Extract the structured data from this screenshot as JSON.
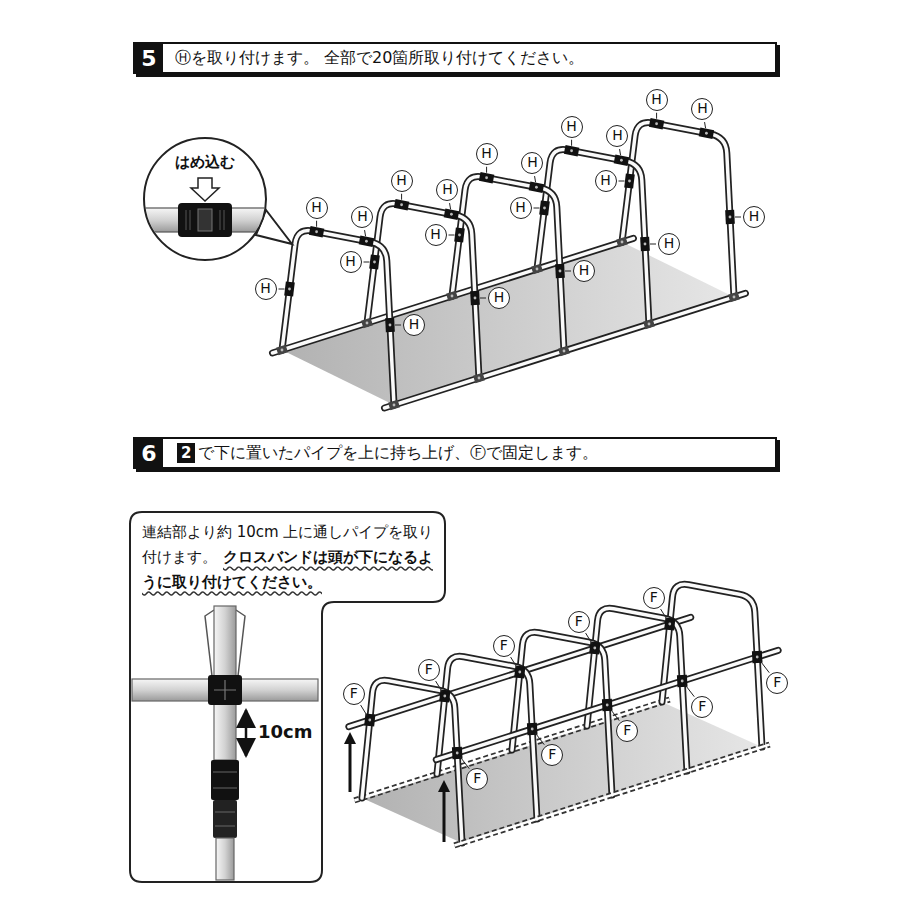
{
  "diagram": {
    "nodes": [
      {
        "text": [
          "5",
          "Ⓗを取り付けます。 全部で20箇所取り付けてください。"
        ]
      },
      {
        "text": [
          "はめ込む"
        ]
      },
      {
        "text": [
          "6",
          "2",
          "で下に置いたパイプを上に持ち上げ、Ⓕで固定します。"
        ]
      },
      {
        "text": [
          "連結部より約 10cm 上に通しパイプを取り付けます。",
          "クロスバンドは頭が下になるように取り付けてください。"
        ]
      }
    ],
    "labels": [
      "H",
      "H",
      "H",
      "H",
      "H",
      "H",
      "H",
      "H",
      "H",
      "H",
      "H",
      "H",
      "H",
      "H",
      "H",
      "H",
      "H",
      "H",
      "H",
      "H",
      "10cm",
      "F",
      "F",
      "F",
      "F",
      "F",
      "F",
      "F",
      "F",
      "F",
      "F"
    ]
  }
}
